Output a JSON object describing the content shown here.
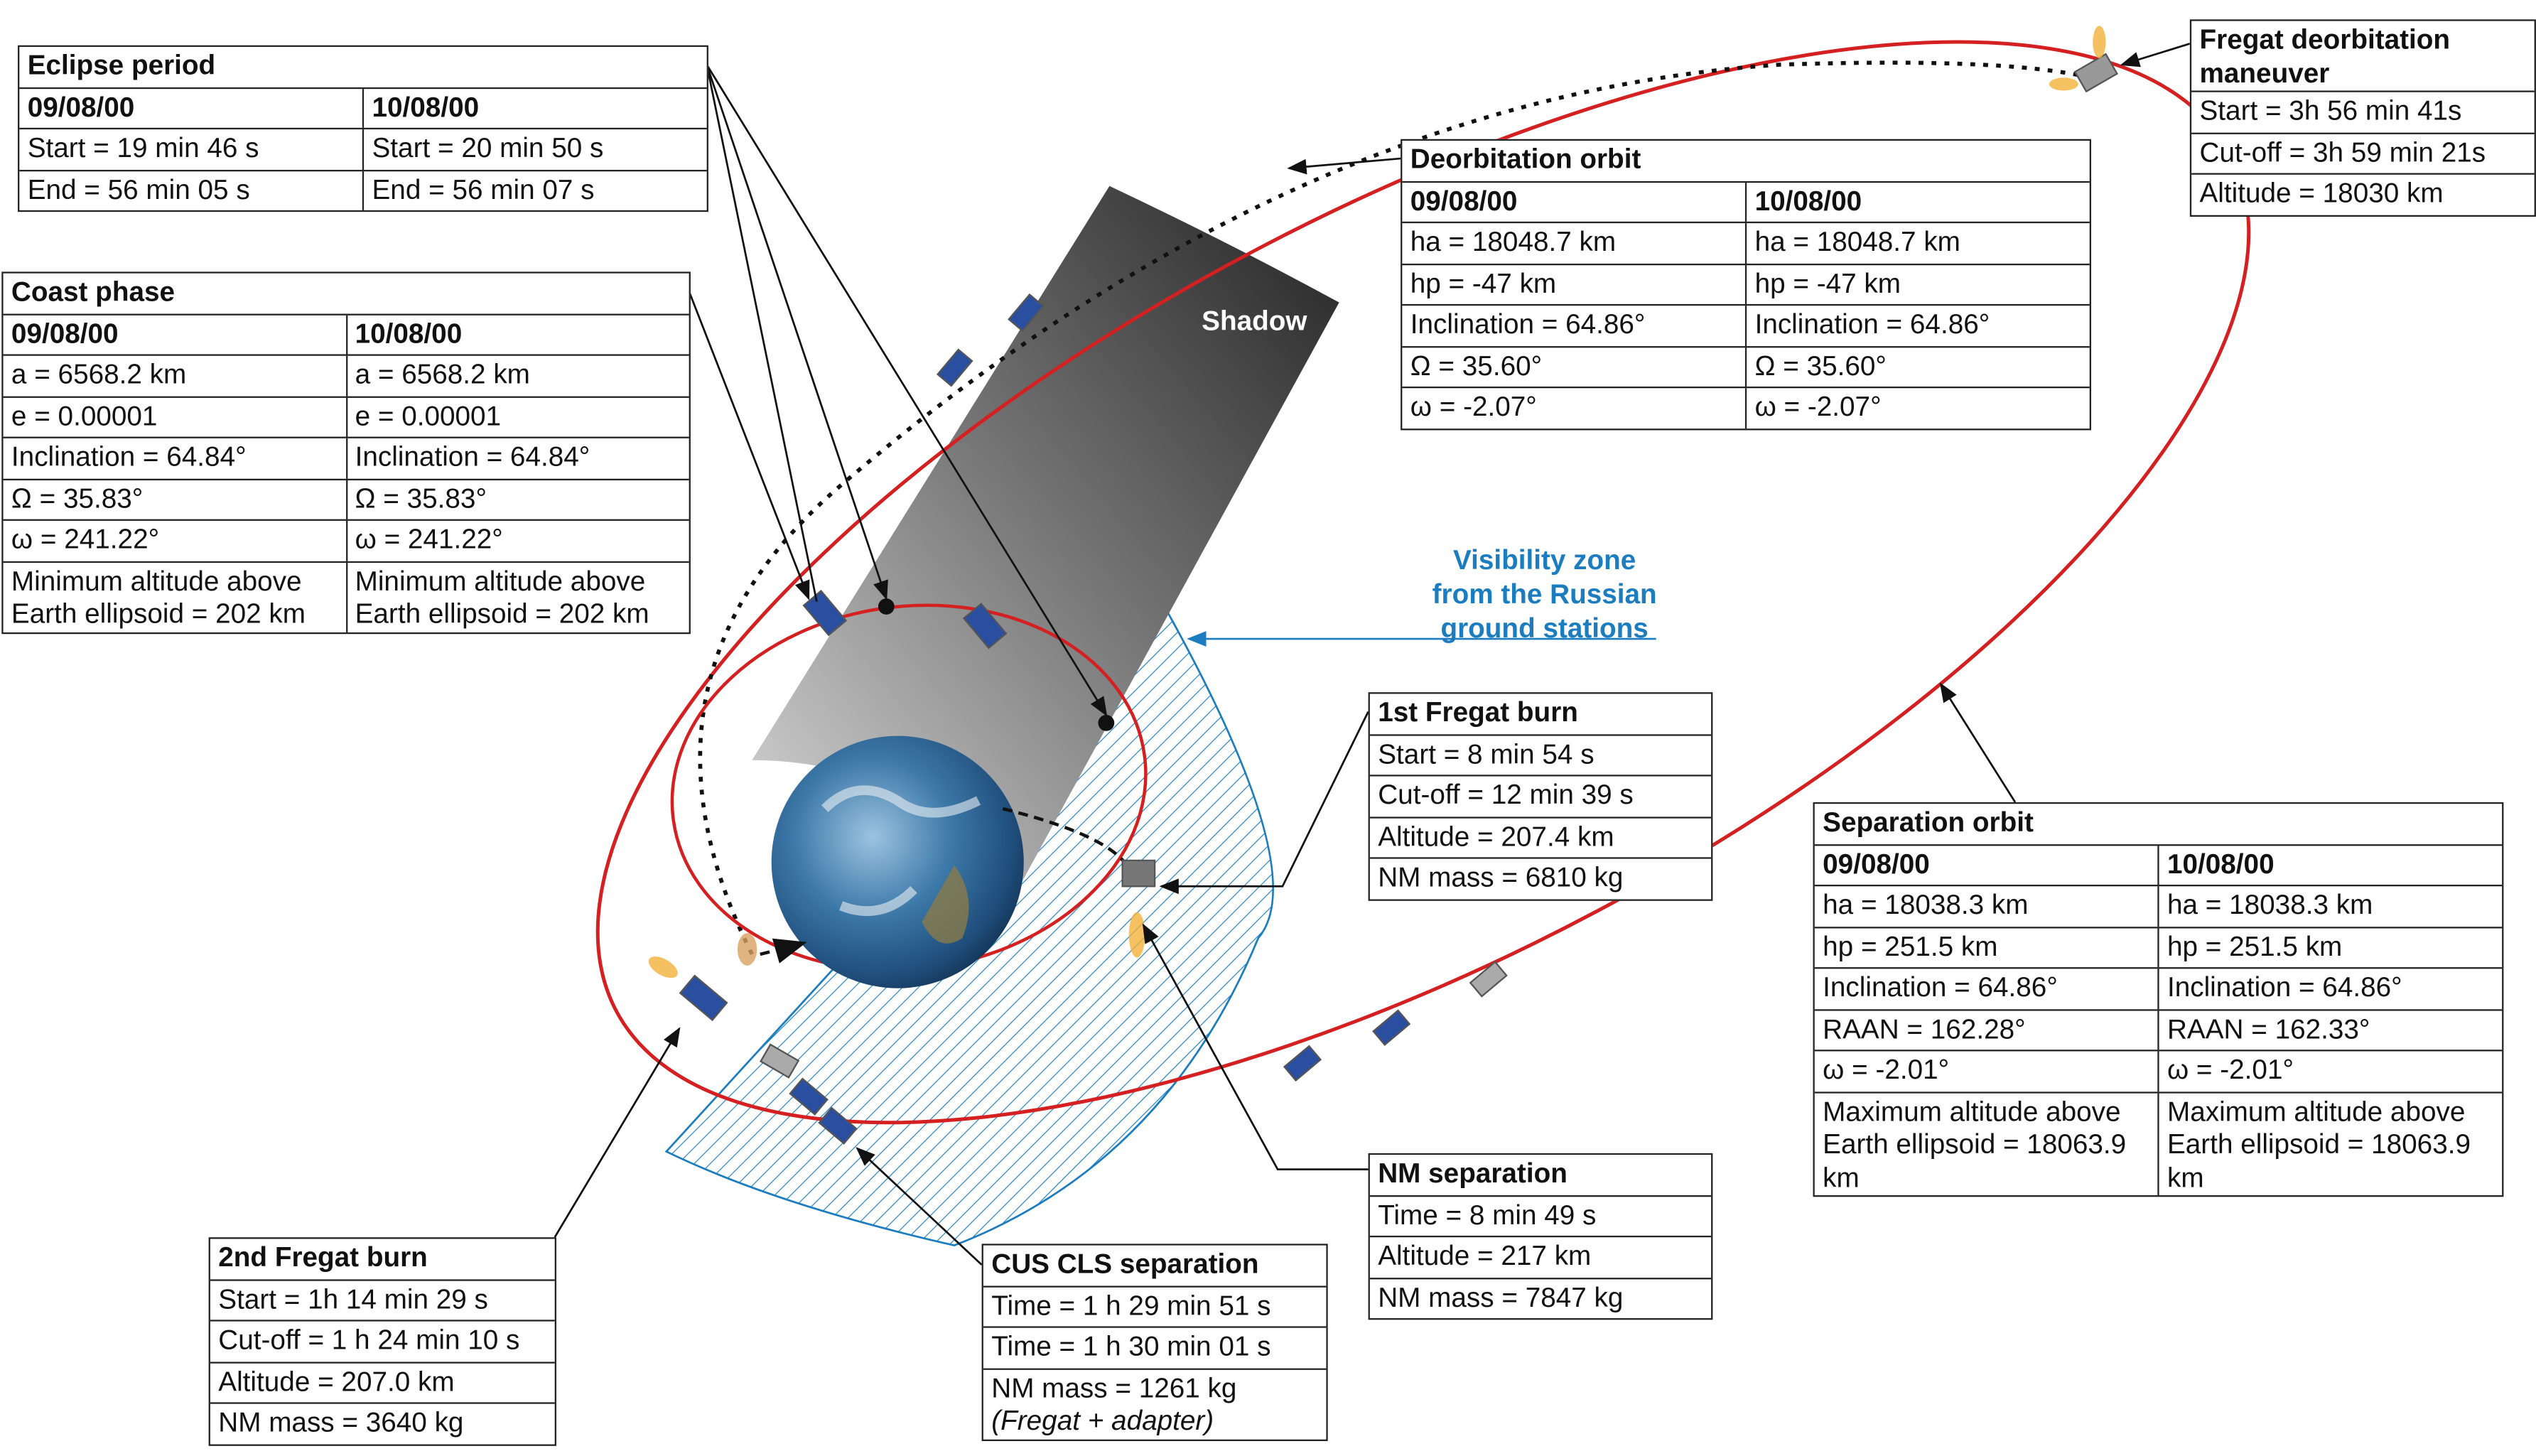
{
  "labels": {
    "shadow": "Shadow",
    "visibility_zone": [
      "Visibility zone",
      "from the Russian",
      "ground stations"
    ]
  },
  "colors": {
    "orbit": "#d42020",
    "visibility": "#1b7dc0",
    "line": "#111111"
  },
  "tables": {
    "eclipse": {
      "title": "Eclipse period",
      "head": [
        "09/08/00",
        "10/08/00"
      ],
      "rows": [
        [
          "Start = 19 min 46 s",
          "Start = 20 min 50 s"
        ],
        [
          "End = 56 min 05 s",
          "End = 56 min 07 s"
        ]
      ]
    },
    "coast": {
      "title": "Coast phase",
      "head": [
        "09/08/00",
        "10/08/00"
      ],
      "rows": [
        [
          "a = 6568.2 km",
          "a = 6568.2 km"
        ],
        [
          "e = 0.00001",
          "e = 0.00001"
        ],
        [
          "Inclination = 64.84°",
          "Inclination = 64.84°"
        ],
        [
          "Ω = 35.83°",
          "Ω = 35.83°"
        ],
        [
          "ω = 241.22°",
          "ω = 241.22°"
        ],
        [
          "Minimum altitude above Earth ellipsoid = 202 km",
          "Minimum altitude above Earth ellipsoid = 202 km"
        ]
      ]
    },
    "deorbitation": {
      "title": "Deorbitation  orbit",
      "head": [
        "09/08/00",
        "10/08/00"
      ],
      "rows": [
        [
          "ha = 18048.7 km",
          "ha = 18048.7 km"
        ],
        [
          "hp = -47 km",
          "hp = -47 km"
        ],
        [
          "Inclination = 64.86°",
          "Inclination = 64.86°"
        ],
        [
          "Ω = 35.60°",
          "Ω = 35.60°"
        ],
        [
          "ω = -2.07°",
          "ω = -2.07°"
        ]
      ]
    },
    "fregat_deorbitation": {
      "title": "Fregat deorbitation maneuver",
      "rows": [
        [
          "Start = 3h 56 min 41s"
        ],
        [
          "Cut-off = 3h 59 min 21s"
        ],
        [
          "Altitude = 18030 km"
        ]
      ]
    },
    "first_burn": {
      "title": "1st Fregat burn",
      "rows": [
        [
          "Start = 8 min 54 s"
        ],
        [
          "Cut-off = 12 min 39 s"
        ],
        [
          "Altitude = 207.4 km"
        ],
        [
          "NM mass = 6810 kg"
        ]
      ]
    },
    "separation_orbit": {
      "title": "Separation orbit",
      "head": [
        "09/08/00",
        "10/08/00"
      ],
      "rows": [
        [
          "ha = 18038.3 km",
          "ha = 18038.3 km"
        ],
        [
          "hp = 251.5 km",
          "hp = 251.5 km"
        ],
        [
          "Inclination = 64.86°",
          "Inclination = 64.86°"
        ],
        [
          "RAAN = 162.28°",
          "RAAN = 162.33°"
        ],
        [
          "ω = -2.01°",
          "ω = -2.01°"
        ],
        [
          "Maximum altitude above Earth ellipsoid = 18063.9 km",
          "Maximum altitude above Earth ellipsoid = 18063.9 km"
        ]
      ]
    },
    "nm_separation": {
      "title": "NM separation",
      "rows": [
        [
          "Time = 8 min 49 s"
        ],
        [
          "Altitude = 217 km"
        ],
        [
          "NM mass = 7847 kg"
        ]
      ]
    },
    "cus_cls": {
      "title": "CUS CLS separation",
      "rows": [
        [
          "Time = 1 h 29 min 51 s"
        ],
        [
          "Time = 1 h 30 min 01 s"
        ],
        [
          "NM mass = 1261 kg",
          "(Fregat + adapter)"
        ]
      ]
    },
    "second_burn": {
      "title": "2nd Fregat burn",
      "rows": [
        [
          "Start = 1h 14 min 29 s"
        ],
        [
          "Cut-off = 1 h 24 min 10 s"
        ],
        [
          "Altitude = 207.0 km"
        ],
        [
          "NM mass = 3640 kg"
        ]
      ]
    }
  }
}
